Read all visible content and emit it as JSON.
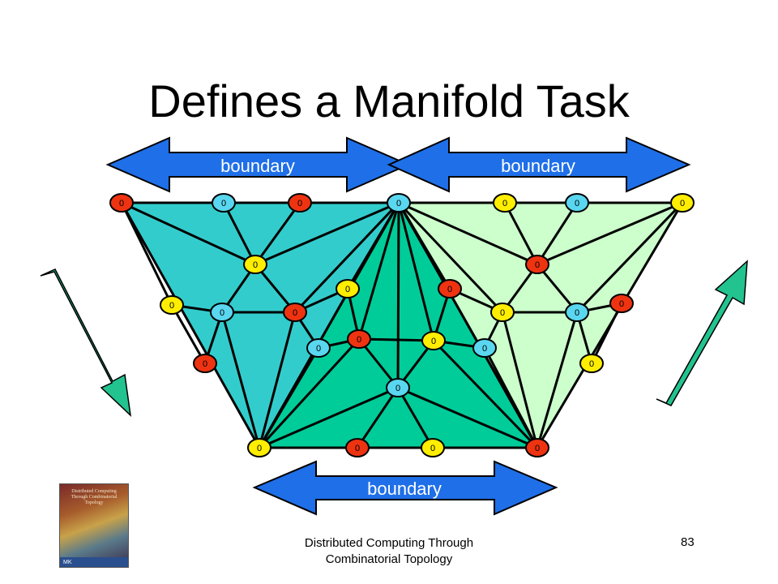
{
  "slide": {
    "title": "Defines a Manifold Task",
    "boundary_labels": [
      "boundary",
      "boundary",
      "boundary"
    ],
    "footer_line1": "Distributed Computing Through",
    "footer_line2": "Combinatorial Topology",
    "page_number": "83",
    "book_cover": {
      "title_text": "Distributed Computing Through Combinatorial Topology",
      "publisher_mark": "MK"
    },
    "node_label": "0",
    "colors": {
      "red": "#ee3311",
      "yellow": "#ffee00",
      "cyan": "#5ad7f0",
      "arrow_blue": "#1f6fe8",
      "arrow_green": "#22c38f",
      "region_left": "#33cccc",
      "region_mid": "#00cc99",
      "region_right": "#ccffcc"
    }
  }
}
